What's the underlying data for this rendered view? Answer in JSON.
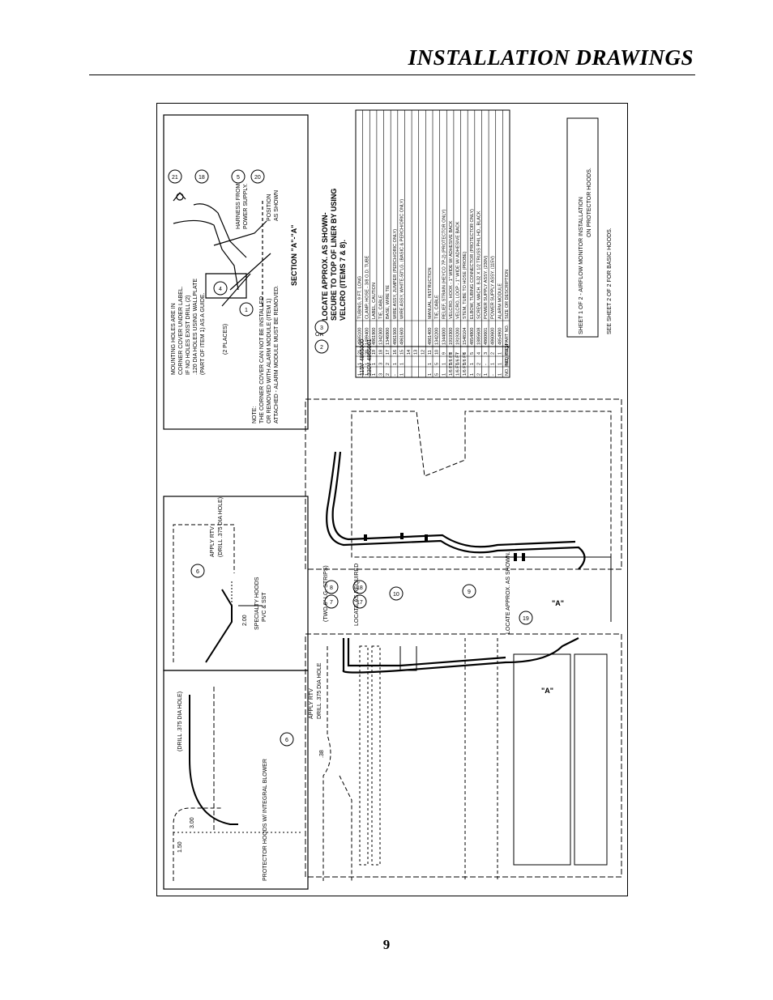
{
  "header": {
    "title": "INSTALLATION DRAWINGS"
  },
  "footer": {
    "page_number": "9"
  },
  "drawing": {
    "note_box": {
      "lines": [
        "MOUNTING HOLES ARE IN",
        "CORNER COVER UNDER LABEL.",
        "IF NO HOLES EXIST DRILL (2)",
        ".120 DIA HOLES USING WALLPLATE",
        "(PART OF ITEM 1) AS A GUIDE."
      ],
      "places": "(2 PLACES)",
      "note_label": "NOTE:",
      "note_lines": [
        "THE CORNER COVER CAN NOT BE INSTALLED",
        "OR REMOVED WITH ALARM MODULE (ITEM 1)",
        "ATTACHED - ALARM MODULE MUST BE REMOVED."
      ]
    },
    "section": {
      "harness": "HARNESS FROM",
      "harness2": "POWER SUPPLY.",
      "position": "POSITION",
      "position2": "AS SHOWN",
      "title": "SECTION \"A\"-\"A\""
    },
    "locate_note": {
      "lines": [
        "LOCATE APPROX. AS SHOWN-",
        "SECURE TO TOP OF LINER BY USING",
        "VELCRO (ITEMS 7 & 8)."
      ]
    },
    "specialty": {
      "apply": "APPLY RTV",
      "drill": "(DRILL .375 DIA HOLE)",
      "dim": "2.00",
      "label": "SPECIALTY HOODS",
      "label2": "PVC & SST"
    },
    "protector": {
      "drill": "(DRILL .375 DIA HOLE)",
      "dim1": "1.50",
      "dim2": "3.00",
      "label": "PROTECTOR HOODS W/ INTEGRAL BLOWER"
    },
    "callouts": {
      "c6a": "6",
      "c6b": "6",
      "c7": "7",
      "c8": "8",
      "c9": "9",
      "c10": "10",
      "c17": "17",
      "c18": "18",
      "c19": "19",
      "c2": "2",
      "c3": "3",
      "c21": "21",
      "c18b": "18",
      "c5": "5",
      "c20": "20",
      "c4": "4",
      "c1": "1"
    },
    "misc": {
      "two_strips": "(TWO 6\" LG. STRIPS)",
      "locate_as": "LOCATE AS REQUIRED",
      "locate_approx": "LOCATE APPROX. AS SHOWN.",
      "apply_rtv": "APPLY RTV",
      "drill_hole": "DRILL .375 DIA HOLE",
      "dim38": ".38",
      "or": "OR",
      "A1": "\"A\"",
      "A2": "\"A\""
    },
    "parts_table": {
      "rows": [
        [
          "1",
          "1",
          "21",
          "4865100",
          "TUBING, 9 FT. LONG"
        ],
        [
          "1",
          "1",
          "20",
          "1489400",
          "CLAMP, HOSE - 3/8 O.D. TUBE"
        ],
        [
          "1",
          "1",
          "19",
          "4861900",
          "LABEL, CAUTION"
        ],
        [
          "3",
          "3",
          "18",
          "1342300",
          "TIE, CABLE"
        ],
        [
          "2",
          "2",
          "17",
          "1346800",
          "BASE, WIRE TIE"
        ],
        [
          "-",
          "1",
          "16",
          "4861500",
          "WIRE ASSY, JUMPER (PERCH/ORIC ONLY)"
        ],
        [
          "1",
          "1",
          "15",
          "4861600",
          "WIRE ASSY, WHITE-50\"LG. (BASIC & PERCH/ORIC ONLY)"
        ],
        [
          "",
          "",
          "14",
          "",
          ""
        ],
        [
          "",
          "",
          "13",
          "",
          ""
        ],
        [
          "",
          "",
          "12",
          "",
          ""
        ],
        [
          "1",
          "1",
          "11",
          "4861400",
          "MANUAL, INSTRUCTION"
        ],
        [
          "5",
          "5",
          "10",
          "1342200",
          "TIE, CABLE"
        ],
        [
          "1",
          "1",
          "9",
          "1344000",
          "RELIEF, STRAIN (HEYCO 7P-2) (PROTECTOR ONLY)"
        ],
        [
          "1/6 FT",
          "1/6 FT",
          "8",
          "1919300",
          "VELCRO, HOOK - 1\" WIDE W/ ADHESIVE BACK"
        ],
        [
          "1/6 FT",
          "1/6 FT",
          "7",
          "1919200",
          "VELCRO, LOOP - 1\" WIDE W/ ADHESIVE BACK"
        ],
        [
          "1/6 FT",
          "1/6 FT",
          "6",
          "1548104",
          "STEM, TUBE TO HOSE (PROBE)"
        ],
        [
          "1",
          "1",
          "5",
          "4854800",
          "ELBOW, TUBING CONNECTOR (PROTECTOR ONLY)"
        ],
        [
          "2",
          "2",
          "4",
          "1885608",
          "SCREW, MACH. 8-32 X 1/2 TRUSS PHIL HD., BLACK"
        ],
        [
          "1",
          "-",
          "3",
          "4860601",
          "POWER SUPPLY ASSY. (230V)"
        ],
        [
          "-",
          "1",
          "2",
          "4860600",
          "POWER SUPPLY ASSY. (115V)"
        ],
        [
          "1",
          "1",
          "1",
          "4854900",
          "ALARM MODULE"
        ],
        [
          "NO. REQ.",
          "NO. REQ.",
          "ITEM",
          "PART NO.",
          "SIZE OR DESCRIPTION"
        ]
      ],
      "assy_230": "230V 4865001",
      "assy_115": "115V 4865000"
    },
    "sheet_box": {
      "line1": "SHEET 1 OF 2 - AIRFLOW MONITOR INSTALLATION",
      "line2": "ON PROTECTOR HOODS.",
      "line3": "SEE SHEET 2 OF 2 FOR BASIC HOODS."
    }
  }
}
